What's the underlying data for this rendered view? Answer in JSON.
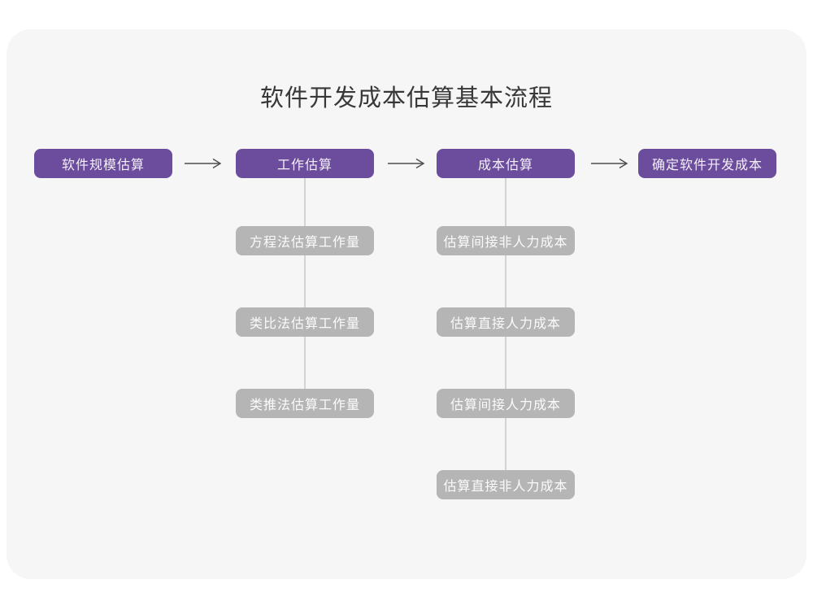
{
  "page": {
    "title": "软件开发成本估算基本流程"
  },
  "colors": {
    "primary_node": "#6c4d9d",
    "sub_node": "#b5b5b5",
    "connector_line": "#d3d3d3",
    "arrow": "#4d4d4d",
    "card_background": "#f6f6f6",
    "page_background": "#ffffff",
    "title_text": "#383838",
    "node_text": "#fbfbfb"
  },
  "flow": {
    "main_steps": [
      {
        "label": "软件规模估算"
      },
      {
        "label": "工作估算"
      },
      {
        "label": "成本估算"
      },
      {
        "label": "确定软件开发成本"
      }
    ],
    "effort_substeps": [
      {
        "label": "方程法估算工作量"
      },
      {
        "label": "类比法估算工作量"
      },
      {
        "label": "类推法估算工作量"
      }
    ],
    "cost_substeps": [
      {
        "label": "估算间接非人力成本"
      },
      {
        "label": "估算直接人力成本"
      },
      {
        "label": "估算间接人力成本"
      },
      {
        "label": "估算直接非人力成本"
      }
    ]
  }
}
